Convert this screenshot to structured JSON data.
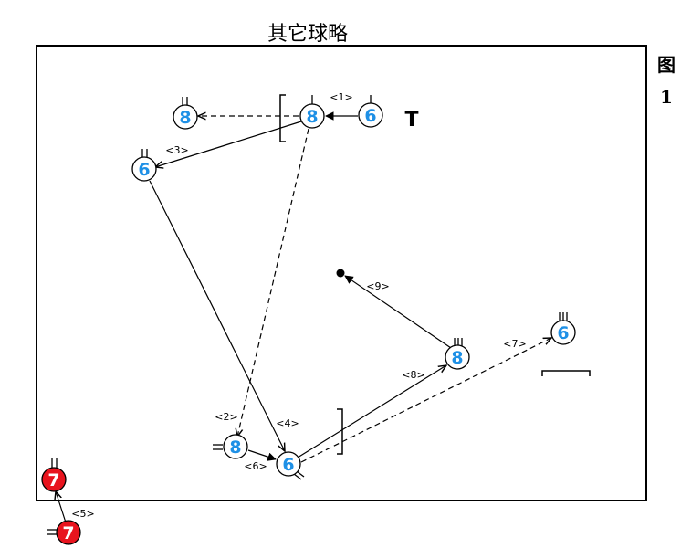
{
  "title": "其它球略",
  "side_label": {
    "line1": "图",
    "line2": "1"
  },
  "colors": {
    "blue_player": "#1e90e6",
    "red_player": "#e8141e",
    "line": "#000000"
  },
  "players": [
    {
      "id": "p8_top_left",
      "number": "8",
      "team": "blue"
    },
    {
      "id": "p8_top",
      "number": "8",
      "team": "blue"
    },
    {
      "id": "p6_top_right",
      "number": "6",
      "team": "blue"
    },
    {
      "id": "p6_left",
      "number": "6",
      "team": "blue"
    },
    {
      "id": "p8_bottom_left",
      "number": "8",
      "team": "blue"
    },
    {
      "id": "p6_bottom",
      "number": "6",
      "team": "blue"
    },
    {
      "id": "p8_right",
      "number": "8",
      "team": "blue"
    },
    {
      "id": "p6_far_right",
      "number": "6",
      "team": "blue"
    },
    {
      "id": "p7_corner",
      "number": "7",
      "team": "red"
    },
    {
      "id": "p7_outside",
      "number": "7",
      "team": "red"
    }
  ],
  "step_labels": [
    "<1>",
    "<2>",
    "<3>",
    "<4>",
    "<5>",
    "<6>",
    "<7>",
    "<8>",
    "<9>"
  ],
  "symbols": {
    "t_mark": "T"
  }
}
